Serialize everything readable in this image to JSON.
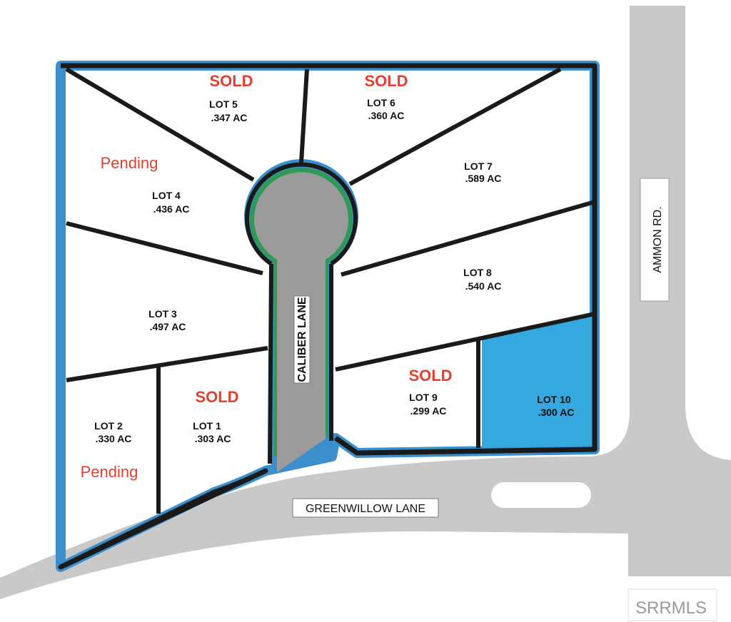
{
  "roads": {
    "ammon": "AMMON RD.",
    "greenwillow": "GREENWILLOW LANE",
    "caliber": "CALIBER LANE"
  },
  "lots": [
    {
      "name": "LOT 1",
      "area": ".303 AC",
      "status": "SOLD"
    },
    {
      "name": "LOT 2",
      "area": ".330 AC",
      "status": "Pending"
    },
    {
      "name": "LOT 3",
      "area": ".497 AC",
      "status": ""
    },
    {
      "name": "LOT 4",
      "area": ".436 AC",
      "status": "Pending"
    },
    {
      "name": "LOT 5",
      "area": ".347 AC",
      "status": "SOLD"
    },
    {
      "name": "LOT 6",
      "area": ".360 AC",
      "status": "SOLD"
    },
    {
      "name": "LOT 7",
      "area": ".589 AC",
      "status": ""
    },
    {
      "name": "LOT 8",
      "area": ".540 AC",
      "status": ""
    },
    {
      "name": "LOT 9",
      "area": ".299 AC",
      "status": "SOLD"
    },
    {
      "name": "LOT 10",
      "area": ".300 AC",
      "status": "",
      "highlighted": true
    }
  ],
  "watermark": "SRRMLS",
  "colors": {
    "status": "#e0402f",
    "highlight": "#35a8df",
    "boundary": "#3a8fcc",
    "road": "#c9c9c9",
    "cul_de_sac": "#9b9b9b",
    "landscape": "#2f9a55"
  }
}
